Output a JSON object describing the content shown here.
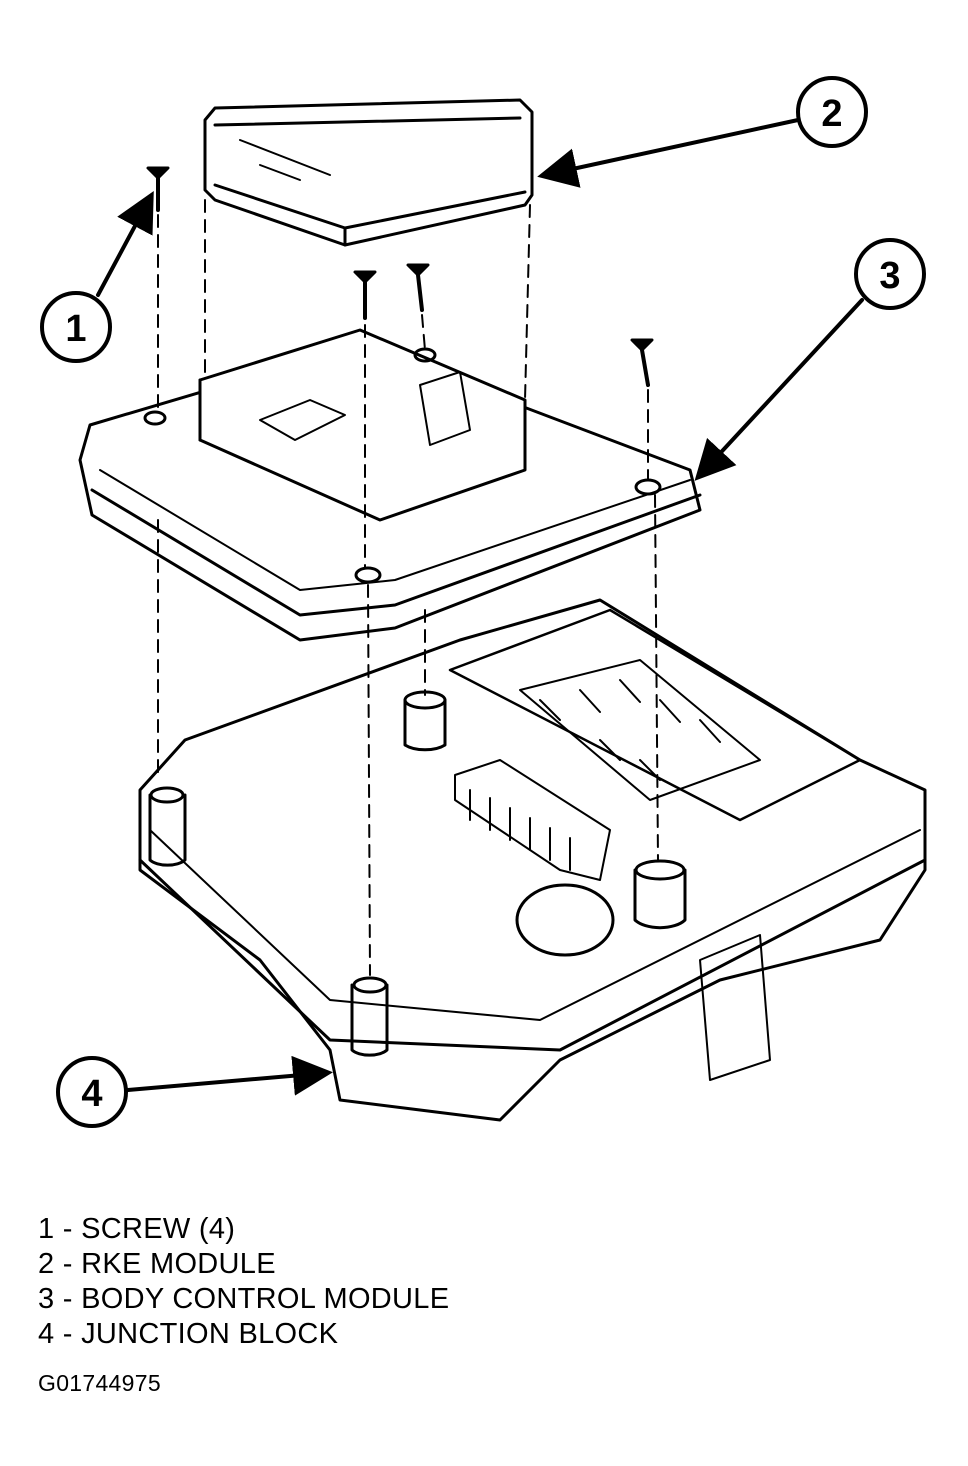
{
  "diagram": {
    "callouts": [
      {
        "number": "1",
        "label": "SCREW (4)"
      },
      {
        "number": "2",
        "label": "RKE MODULE"
      },
      {
        "number": "3",
        "label": "BODY CONTROL MODULE"
      },
      {
        "number": "4",
        "label": "JUNCTION BLOCK"
      }
    ]
  },
  "legend": [
    {
      "text": "1 - SCREW (4)"
    },
    {
      "text": "2 - RKE MODULE"
    },
    {
      "text": "3 - BODY CONTROL MODULE"
    },
    {
      "text": "4 - JUNCTION BLOCK"
    }
  ],
  "figure_id": "G01744975"
}
